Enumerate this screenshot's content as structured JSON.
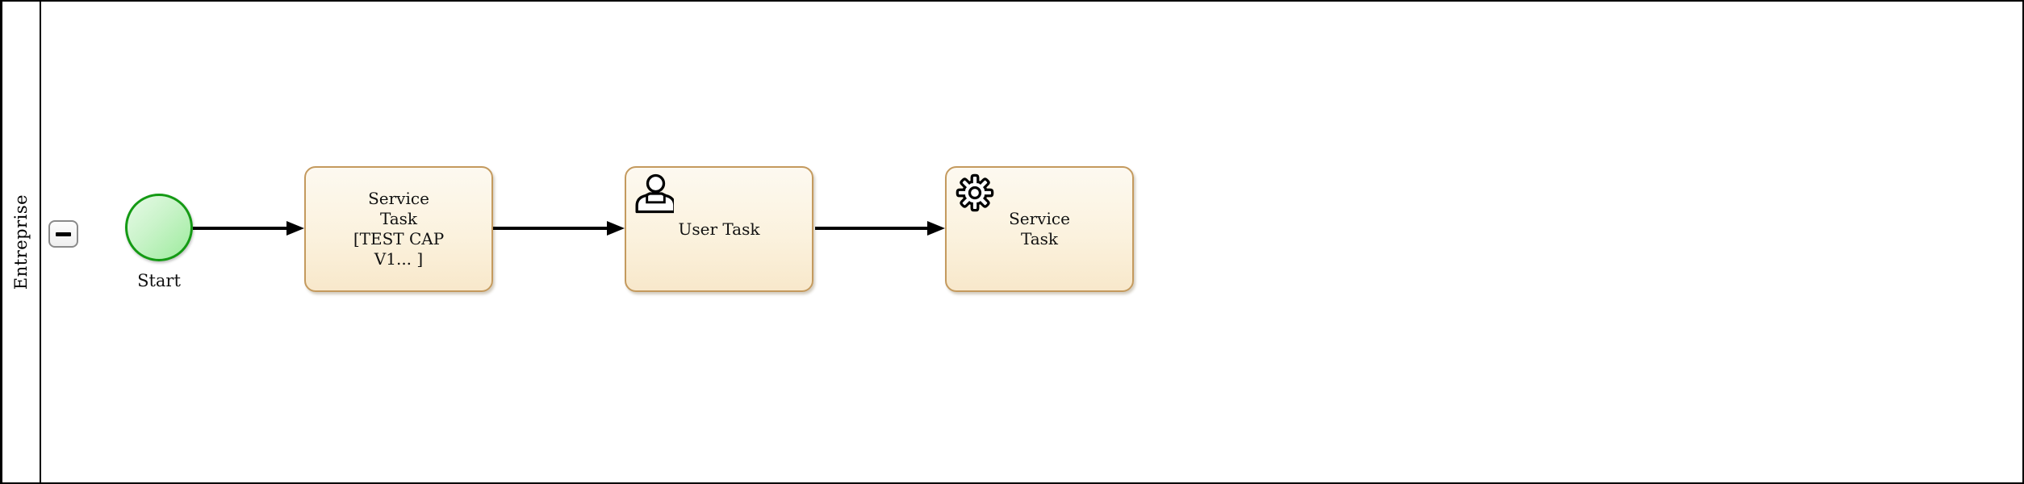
{
  "diagram": {
    "type": "bpmn-process",
    "pool": {
      "lane_label": "Entreprise",
      "collapse_icon": "minus-icon"
    },
    "nodes": {
      "start": {
        "kind": "start-event",
        "label": "Start"
      },
      "service_task_1": {
        "kind": "task",
        "label": "Service Task [TEST CAP V1... ]",
        "lines": [
          "Service",
          "Task",
          "[TEST CAP",
          "V1... ]"
        ]
      },
      "user_task": {
        "kind": "user-task",
        "label": "User Task",
        "icon": "user-icon"
      },
      "service_task_2": {
        "kind": "service-task",
        "label": "Service Task",
        "lines": [
          "Service",
          "Task"
        ],
        "icon": "gear-icon"
      }
    },
    "flows": [
      {
        "from": "start",
        "to": "service_task_1"
      },
      {
        "from": "service_task_1",
        "to": "user_task"
      },
      {
        "from": "user_task",
        "to": "service_task_2"
      }
    ],
    "colors": {
      "task_border": "#c49a5e",
      "task_fill_top": "#fdf9f0",
      "task_fill_bottom": "#f8e8cb",
      "start_border": "#149a14",
      "start_fill_top": "#e7fae7",
      "start_fill_bottom": "#9dec9d",
      "flow": "#000000",
      "pool_border": "#000000",
      "collapse_button_border": "#8a8a8a",
      "text": "#111111"
    }
  }
}
